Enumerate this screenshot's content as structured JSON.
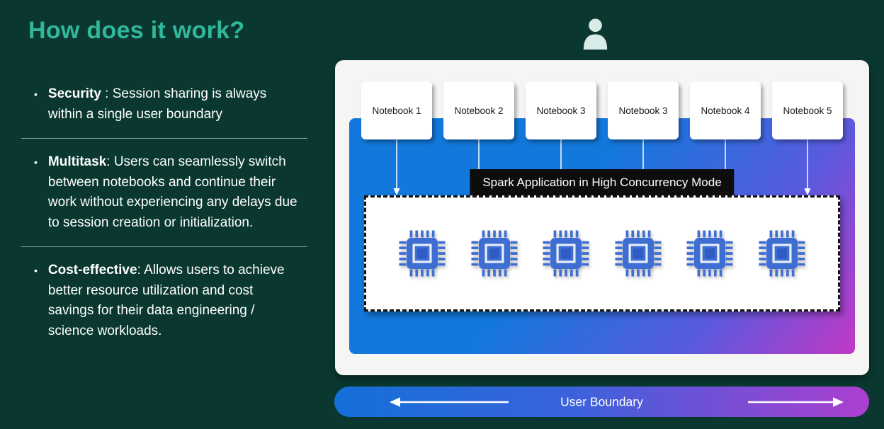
{
  "page": {
    "title": "How does it work?"
  },
  "bullet_marker": "•",
  "bullets": [
    {
      "keyword": "Security",
      "rest": " : Session sharing is always within a single user boundary"
    },
    {
      "keyword": "Multitask",
      "rest": ": Users can seamlessly switch between notebooks and continue their work without experiencing any delays due to session creation or initialization."
    },
    {
      "keyword": "Cost-effective",
      "rest": ": Allows users to achieve better resource utilization and cost savings for their data engineering / science workloads."
    }
  ],
  "diagram": {
    "notebooks": [
      "Notebook 1",
      "Notebook 2",
      "Notebook 3",
      "Notebook 3",
      "Notebook 4",
      "Notebook 5"
    ],
    "spark_label": "Spark Application in High Concurrency Mode",
    "chip_count": 6,
    "user_boundary_label": "User Boundary"
  },
  "icons": {
    "person": "user-icon",
    "chip": "cpu-chip-icon",
    "down": "arrow-down-icon",
    "left": "arrow-left-icon",
    "right": "arrow-right-icon"
  },
  "colors": {
    "background": "#0A3830",
    "title_accent": "#30B79C",
    "cluster_blue": "#1278DC",
    "cluster_purple": "#C238C6",
    "spark_label_bg": "#0D0D0D",
    "card_bg": "#FFFFFF",
    "chip_blue": "#3E6ED2",
    "person_icon": "#D9EBE6"
  }
}
